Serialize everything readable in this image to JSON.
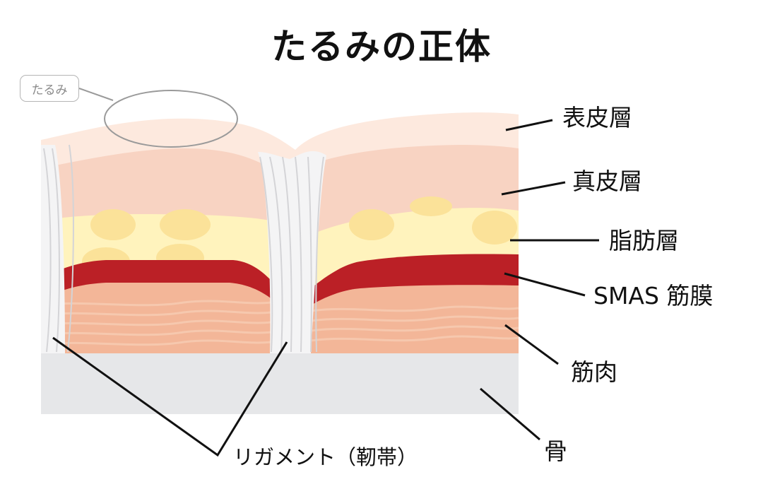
{
  "title": "たるみの正体",
  "callout": "たるみ",
  "labels": {
    "epidermis": "表皮層",
    "dermis": "真皮層",
    "fat": "脂肪層",
    "smas": "SMAS 筋膜",
    "muscle": "筋肉",
    "bone": "骨",
    "ligament": "リガメント（靭帯）"
  },
  "colors": {
    "epidermis": "#fde9de",
    "dermis": "#f8d3c2",
    "fat": "#fff3bd",
    "fat_blob": "#fbe299",
    "smas": "#bb2026",
    "muscle": "#f3b698",
    "bone": "#e6e7e9",
    "ligament": "#f4f4f5"
  }
}
